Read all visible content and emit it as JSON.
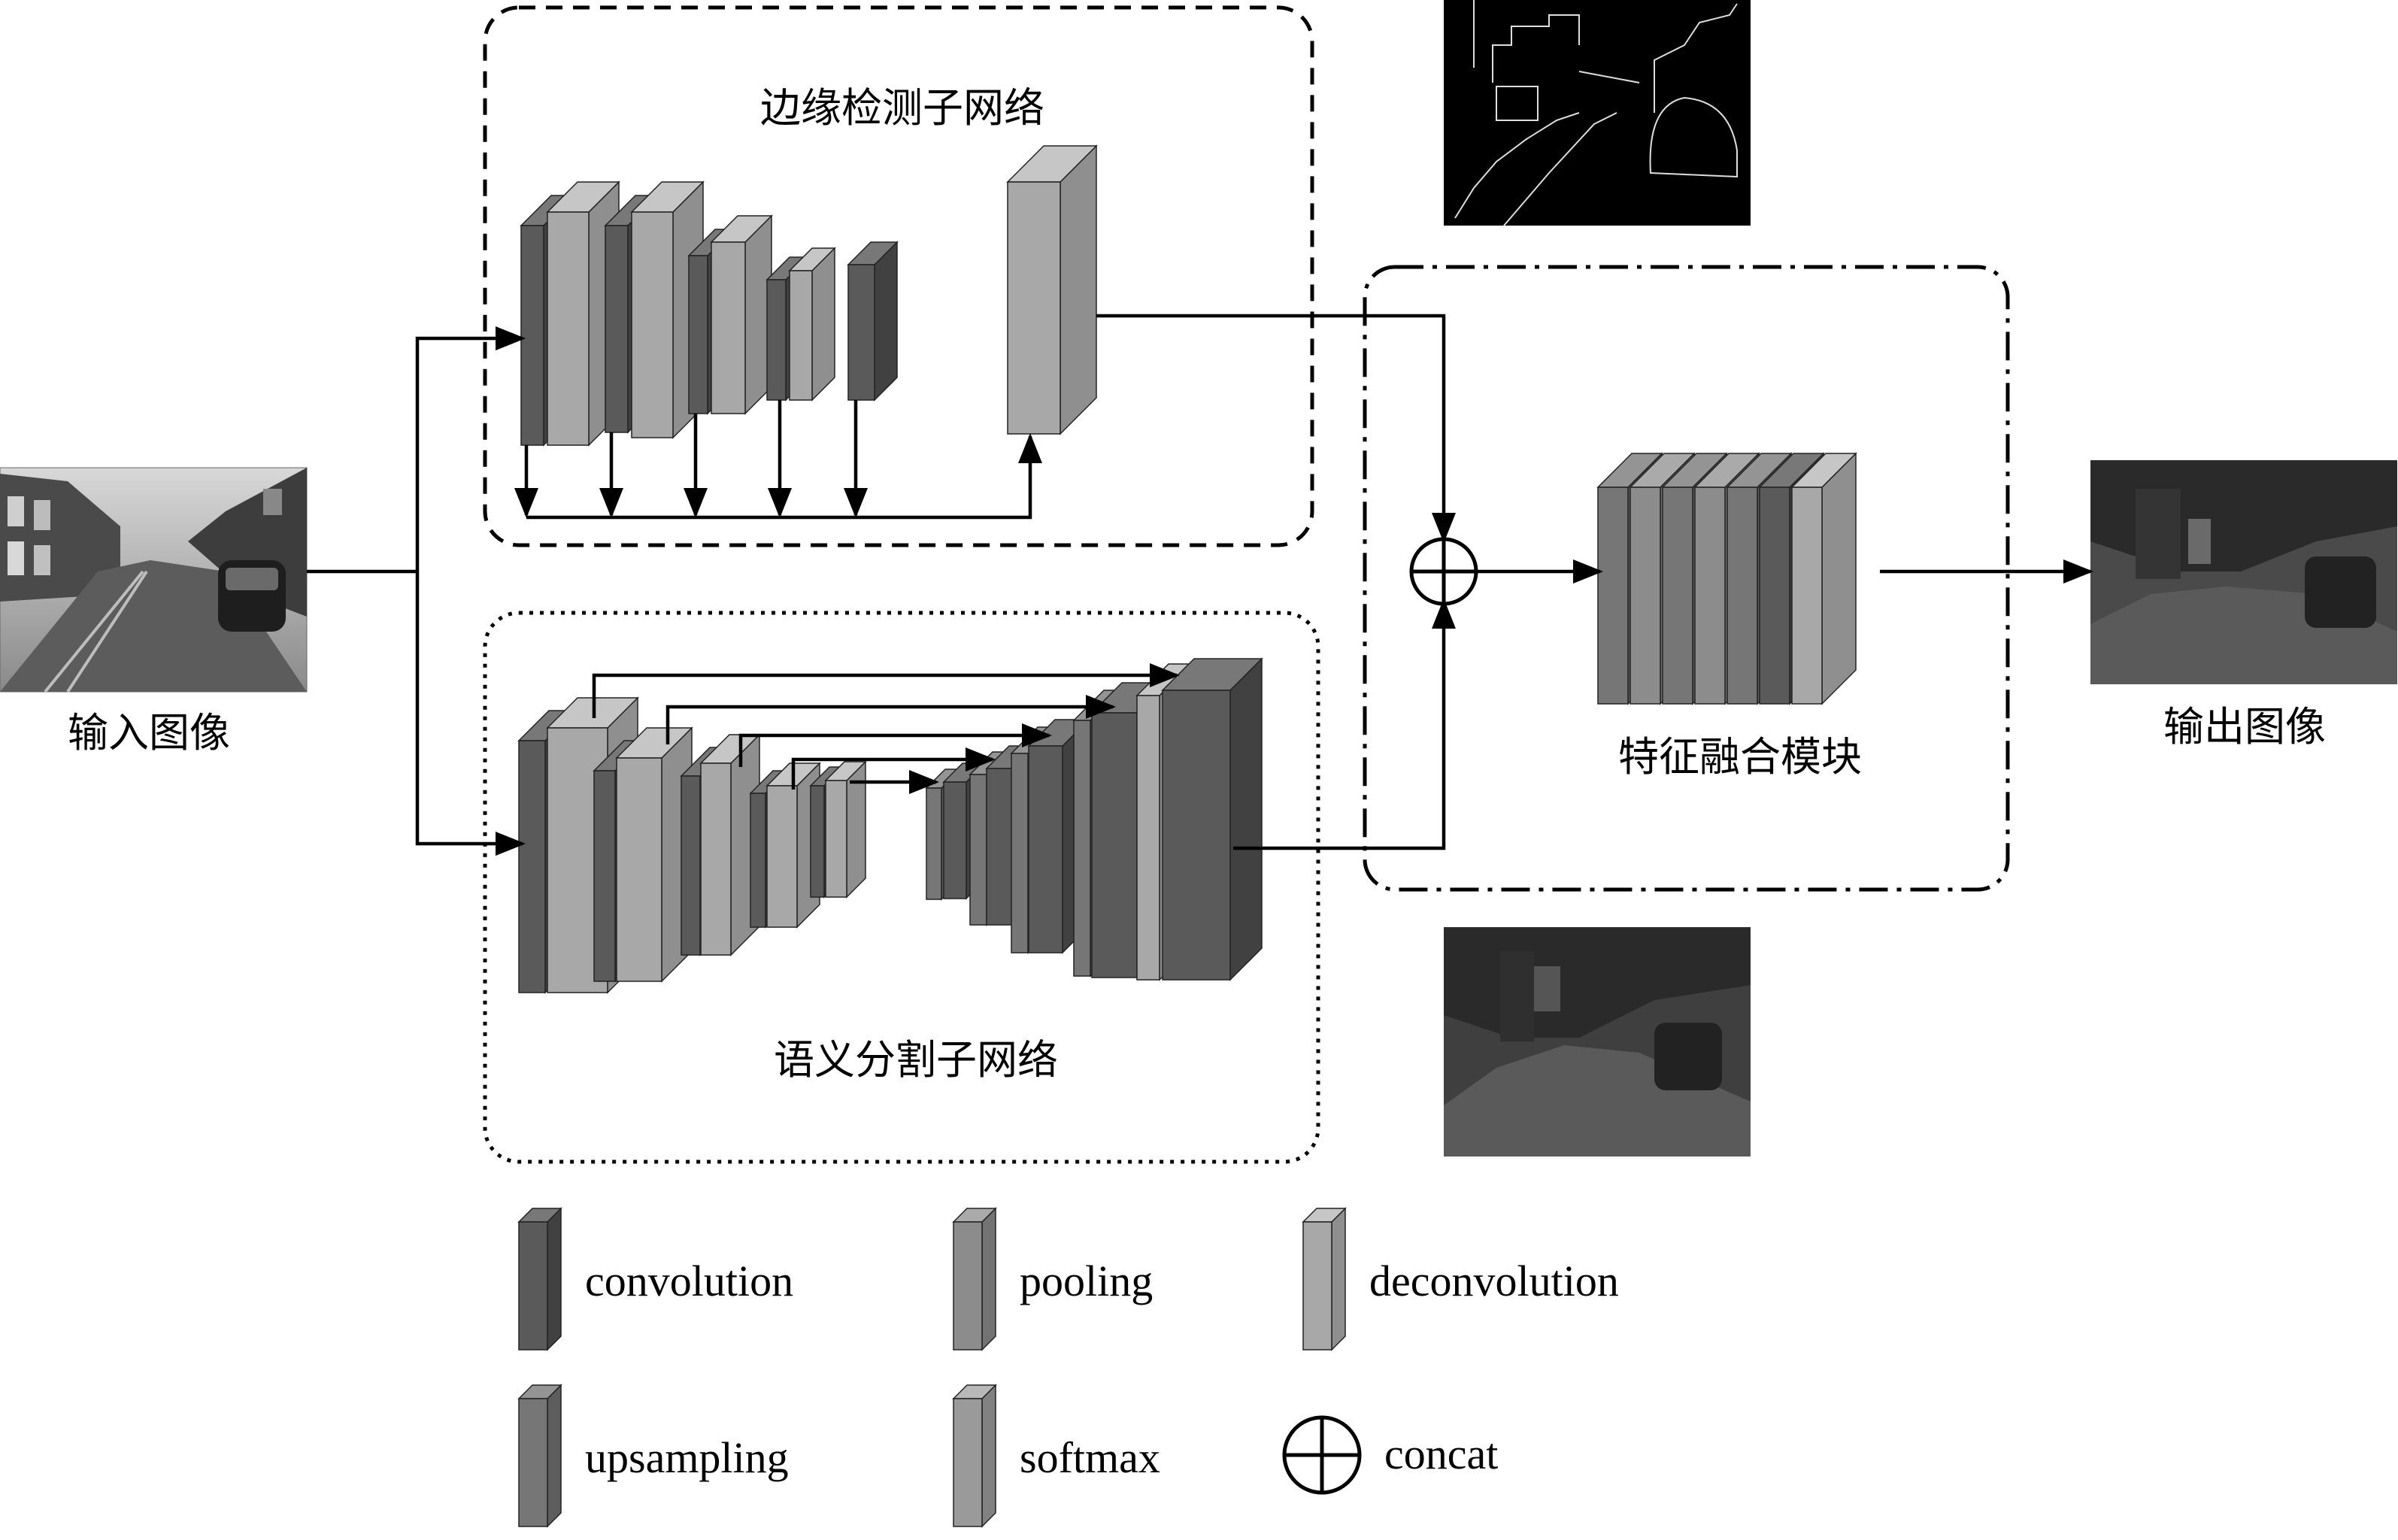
{
  "title_edge": "边缘检测子网络",
  "title_segmentation": "语义分割子网络",
  "title_fusion": "特征融合模块",
  "input_label": "输入图像",
  "output_label": "输出图像",
  "colors": {
    "convolution": "#5a5a5a",
    "pooling": "#8c8c8c",
    "deconvolution": "#a8a8a8",
    "upsampling": "#767676",
    "softmax": "#9a9a9a",
    "line": "#000000"
  },
  "legend": [
    {
      "key": "convolution",
      "label": "convolution"
    },
    {
      "key": "pooling",
      "label": "pooling"
    },
    {
      "key": "deconvolution",
      "label": "deconvolution"
    },
    {
      "key": "upsampling",
      "label": "upsampling"
    },
    {
      "key": "softmax",
      "label": "softmax"
    },
    {
      "key": "concat",
      "label": "concat"
    }
  ]
}
